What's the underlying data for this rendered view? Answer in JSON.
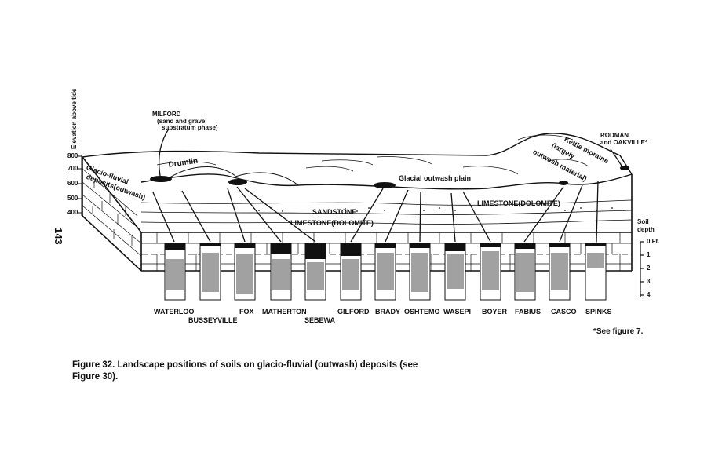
{
  "page_number": "143",
  "axis": {
    "elevation_title": "Elevation above tide",
    "elevation_ticks": [
      "800",
      "700",
      "600",
      "500",
      "400"
    ],
    "soil_depth_title_1": "Soil",
    "soil_depth_title_2": "depth",
    "depth_ticks": [
      "0 Ft.",
      "1",
      "2",
      "3",
      "4"
    ]
  },
  "landforms": {
    "glacio_fluvial_1": "Glacio-fluvial",
    "glacio_fluvial_2": "deposits(outwash)",
    "drumlin": "Drumlin",
    "outwash_plain": "Glacial outwash plain",
    "kettle_1": "Kettle moraine",
    "kettle_2": "(largely",
    "kettle_3": "outwash material)",
    "sandstone": "SANDSTONE",
    "limestone_left": "LIMESTONE(DOLOMITE)",
    "limestone_right": "LIMESTONE(DOLOMITE)"
  },
  "callouts": {
    "milford_1": "MILFORD",
    "milford_2": "(sand and gravel",
    "milford_3": "substratum phase)",
    "rodman_1": "RODMAN",
    "rodman_2": "and OAKVILLE*"
  },
  "soils": [
    {
      "name": "WATERLOO",
      "row": "upper"
    },
    {
      "name": "BUSSEYVILLE",
      "row": "lower"
    },
    {
      "name": "FOX",
      "row": "upper"
    },
    {
      "name": "MATHERTON",
      "row": "upper"
    },
    {
      "name": "SEBEWA",
      "row": "lower"
    },
    {
      "name": "GILFORD",
      "row": "upper"
    },
    {
      "name": "BRADY",
      "row": "upper"
    },
    {
      "name": "OSHTEMO",
      "row": "upper"
    },
    {
      "name": "WASEPI",
      "row": "upper"
    },
    {
      "name": "BOYER",
      "row": "upper"
    },
    {
      "name": "FABIUS",
      "row": "upper"
    },
    {
      "name": "CASCO",
      "row": "upper"
    },
    {
      "name": "SPINKS",
      "row": "upper"
    }
  ],
  "footnote": "*See figure 7.",
  "caption_line_1": "Figure 32. Landscape positions of soils on glacio-fluvial (outwash) deposits (see",
  "caption_line_2": "Figure 30)."
}
